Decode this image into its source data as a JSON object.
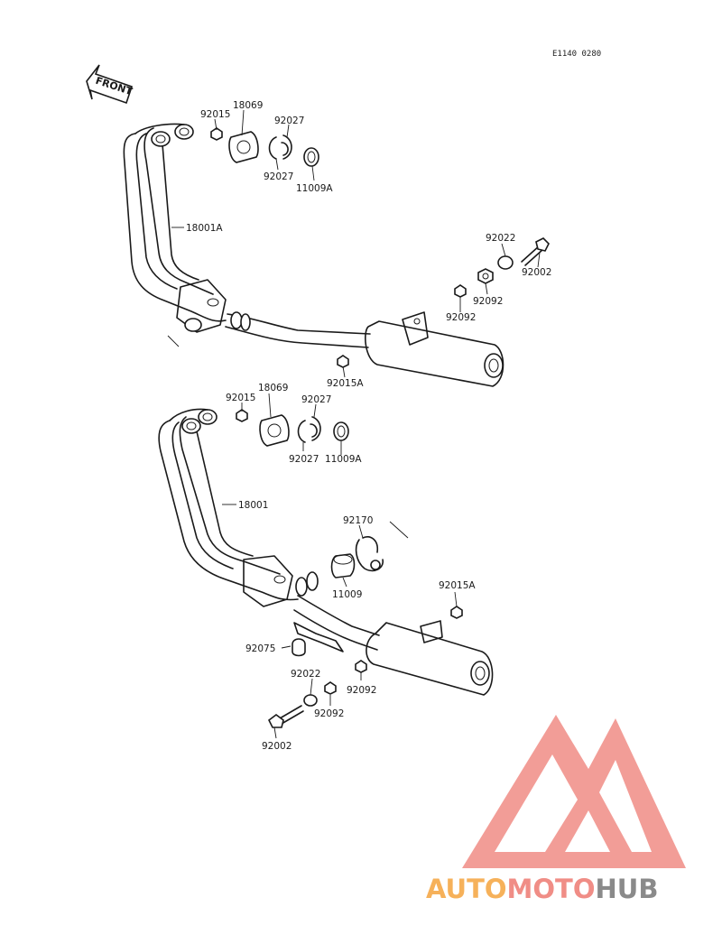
{
  "diagram_code": "E1140 0280",
  "front_label": "FRONT",
  "labels": {
    "t_92015": "92015",
    "t_18069": "18069",
    "t_92027a": "92027",
    "t_92027b": "92027",
    "t_11009a": "11009A",
    "t_18001a": "18001A",
    "t_92022": "92022",
    "t_92002": "92002",
    "t_92092a": "92092",
    "t_92092b": "92092",
    "t_92015a": "92015A",
    "b_92015": "92015",
    "b_18069": "18069",
    "b_92027a": "92027",
    "b_92027b": "92027",
    "b_11009a": "11009A",
    "b_18001": "18001",
    "b_92170": "92170",
    "b_11009": "11009",
    "b_92015a": "92015A",
    "b_92075": "92075",
    "b_92022": "92022",
    "b_92092a": "92092",
    "b_92092b": "92092",
    "b_92002": "92002"
  },
  "watermark": {
    "part1": "AUTO",
    "part2": "MOTO",
    "part3": "HUB",
    "color_orange": "#f6b15a",
    "color_red": "#f08d86",
    "color_grey": "#8a8a8a"
  }
}
